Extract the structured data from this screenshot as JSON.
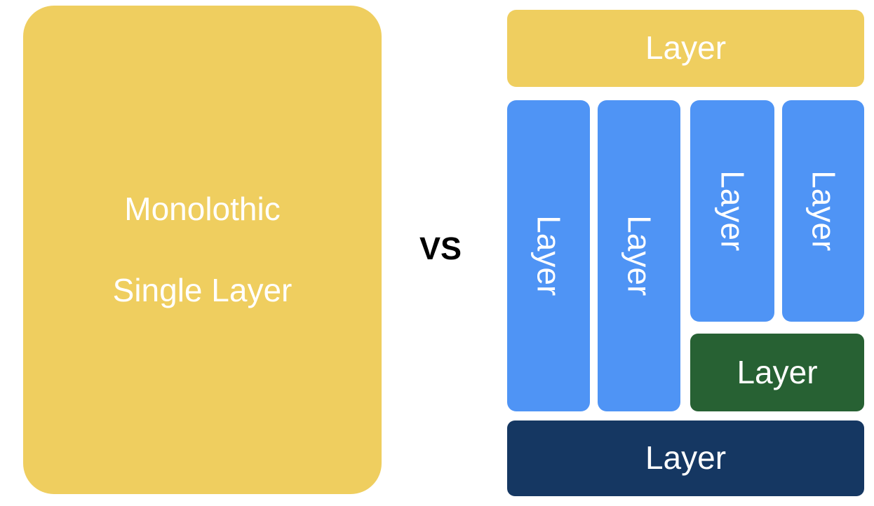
{
  "diagram": {
    "title": "Monolithic single layer versus multi-layer architecture comparison",
    "comparison_label": "VS",
    "colors": {
      "background": "#ffffff",
      "yellow": "#efce5f",
      "blue": "#4f94f5",
      "green": "#276133",
      "navy": "#153762",
      "text_on_shape": "#ffffff",
      "vs_text": "#000000"
    },
    "left": {
      "name": "monolithic-block",
      "color": "#efce5f",
      "lines": [
        "Monolothic",
        "Single Layer"
      ]
    },
    "right": {
      "name": "layered-stack",
      "top_layer": {
        "label": "Layer",
        "color": "#efce5f",
        "orientation": "horizontal"
      },
      "columns": [
        {
          "label": "Layer",
          "color": "#4f94f5",
          "orientation": "vertical",
          "height": "tall"
        },
        {
          "label": "Layer",
          "color": "#4f94f5",
          "orientation": "vertical",
          "height": "tall"
        },
        {
          "label": "Layer",
          "color": "#4f94f5",
          "orientation": "vertical",
          "height": "short"
        },
        {
          "label": "Layer",
          "color": "#4f94f5",
          "orientation": "vertical",
          "height": "short"
        }
      ],
      "green_layer": {
        "label": "Layer",
        "color": "#276133",
        "orientation": "horizontal"
      },
      "bottom_layer": {
        "label": "Layer",
        "color": "#153762",
        "orientation": "horizontal"
      }
    }
  }
}
